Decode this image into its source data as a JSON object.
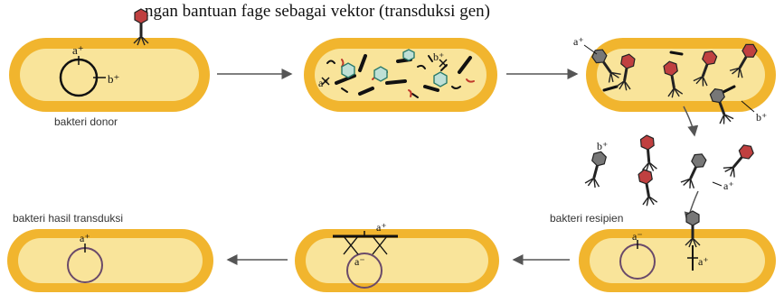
{
  "top_fragment": "ngan bantuan fage sebagai vektor (transduksi gen)",
  "labels": {
    "donor": "bakteri donor",
    "recipient": "bakteri resipien",
    "result": "bakteri hasil transduksi"
  },
  "genes": {
    "a_plus": "a⁺",
    "b_plus": "b⁺",
    "a_minus": "a⁻"
  },
  "colors": {
    "cell_outer": "#f1b52e",
    "cell_inner": "#f9e49a",
    "capsid": "#c04040",
    "dna_black": "#111111",
    "dna_red": "#c0392b",
    "arrow": "#555555"
  }
}
